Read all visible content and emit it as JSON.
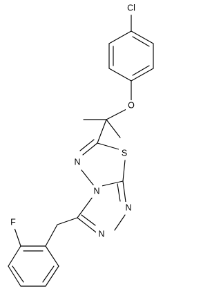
{
  "molecule": {
    "atom_labels": {
      "chlorine": "Cl",
      "ether_oxygen": "O",
      "thiadiazole_sulfur": "S",
      "thiadiazole_nitrogen": "N",
      "bridgehead_nitrogen": "N",
      "triazole_nitrogen_upper": "N",
      "triazole_nitrogen_lower": "N",
      "fluorine": "F"
    },
    "colors": {
      "bond": "#000000",
      "label": "#000000",
      "background": "#ffffff"
    }
  }
}
